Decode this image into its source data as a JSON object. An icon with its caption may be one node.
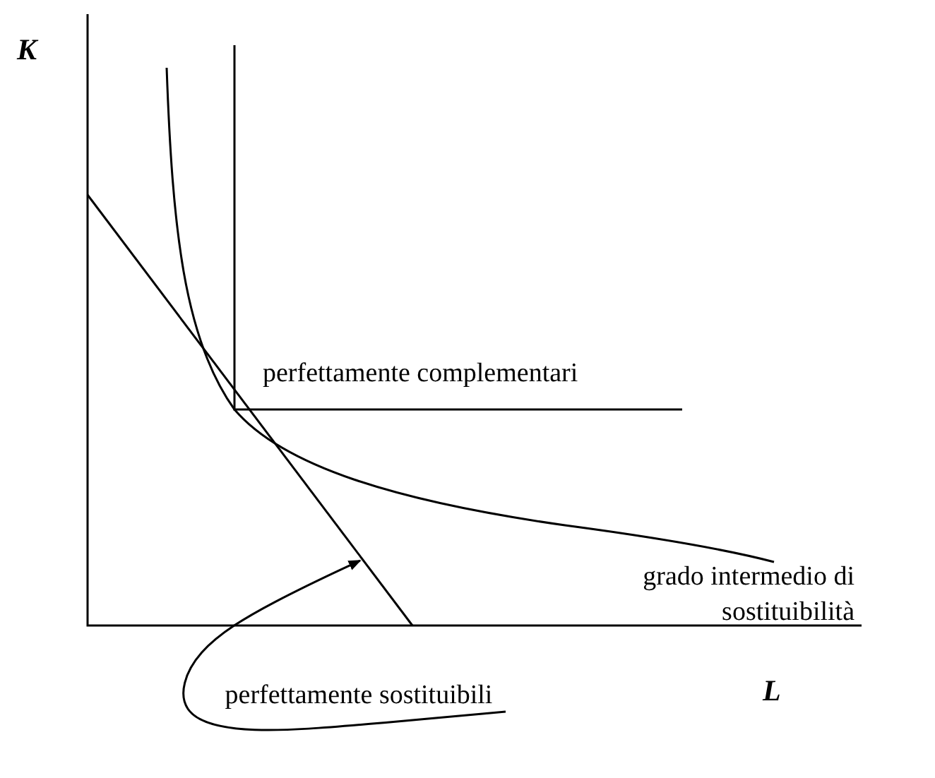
{
  "diagram": {
    "nodes": [
      {
        "text": [
          "perfettamente sostituibili"
        ]
      },
      {
        "text": [],
        "shape": "line"
      }
    ],
    "edges": [
      {
        "from": 0,
        "to": 1,
        "arrow": "to"
      }
    ],
    "labels": [
      "K",
      "perfettamente complementari",
      "grado intermedio di sostituibilità",
      "L"
    ]
  }
}
